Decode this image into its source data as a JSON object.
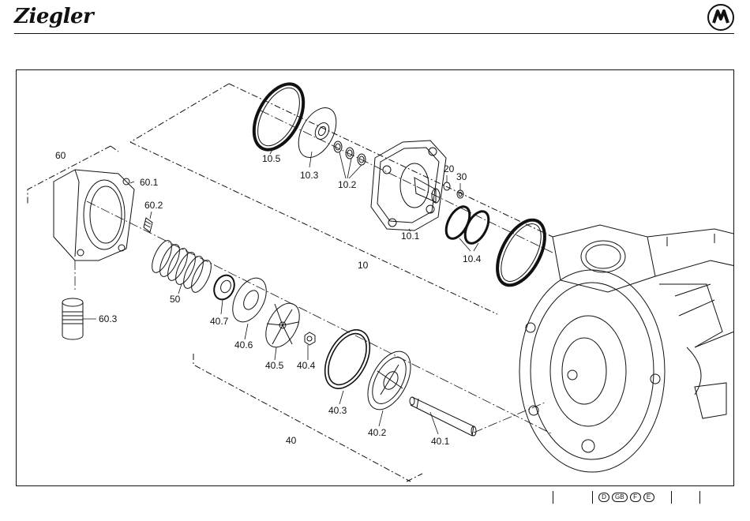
{
  "header": {
    "brand": "Ziegler"
  },
  "labels": {
    "p10": "10",
    "p10_1": "10.1",
    "p10_2": "10.2",
    "p10_3": "10.3",
    "p10_4": "10.4",
    "p10_5": "10.5",
    "p20": "20",
    "p30": "30",
    "p40": "40",
    "p40_1": "40.1",
    "p40_2": "40.2",
    "p40_3": "40.3",
    "p40_4": "40.4",
    "p40_5": "40.5",
    "p40_6": "40.6",
    "p40_7": "40.7",
    "p50": "50",
    "p60": "60",
    "p60_1": "60.1",
    "p60_2": "60.2",
    "p60_3": "60.3"
  },
  "footer": {
    "languages": [
      "D",
      "GB",
      "F",
      "E"
    ]
  }
}
